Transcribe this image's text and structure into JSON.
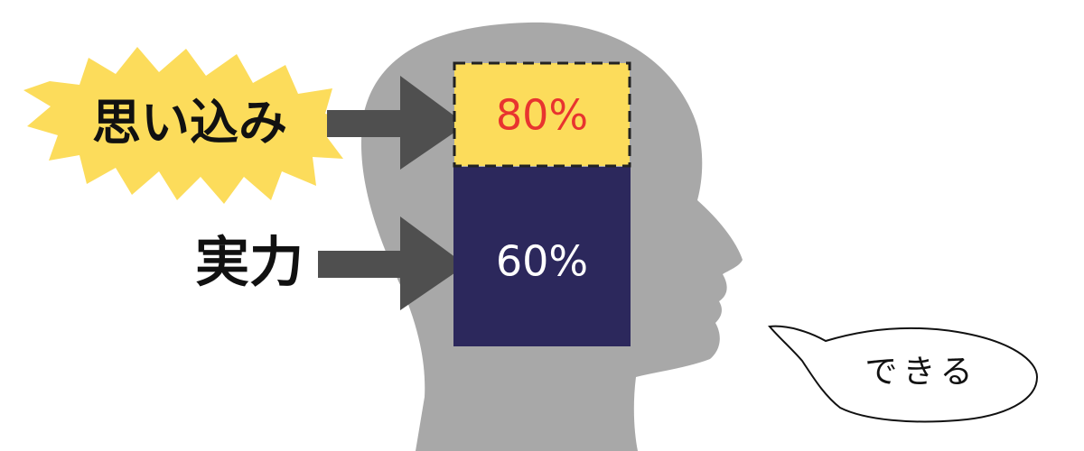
{
  "labels": {
    "belief": "思い込み",
    "ability": "実力",
    "speech": "できる"
  },
  "bars": {
    "belief": {
      "percent_text": "80%",
      "value": 80
    },
    "ability": {
      "percent_text": "60%",
      "value": 60
    }
  },
  "colors": {
    "head": "#a8a8a8",
    "burst": "#fcdc5b",
    "belief_box": "#fcdc5b",
    "belief_text": "#e8342f",
    "ability_box": "#2c285c",
    "ability_text": "#ffffff",
    "arrow": "#4f4f4f",
    "label_text": "#111111"
  },
  "icons": {
    "head": "head-silhouette-icon",
    "burst": "starburst-icon",
    "arrow": "arrow-right-icon",
    "speech": "speech-bubble-icon"
  }
}
